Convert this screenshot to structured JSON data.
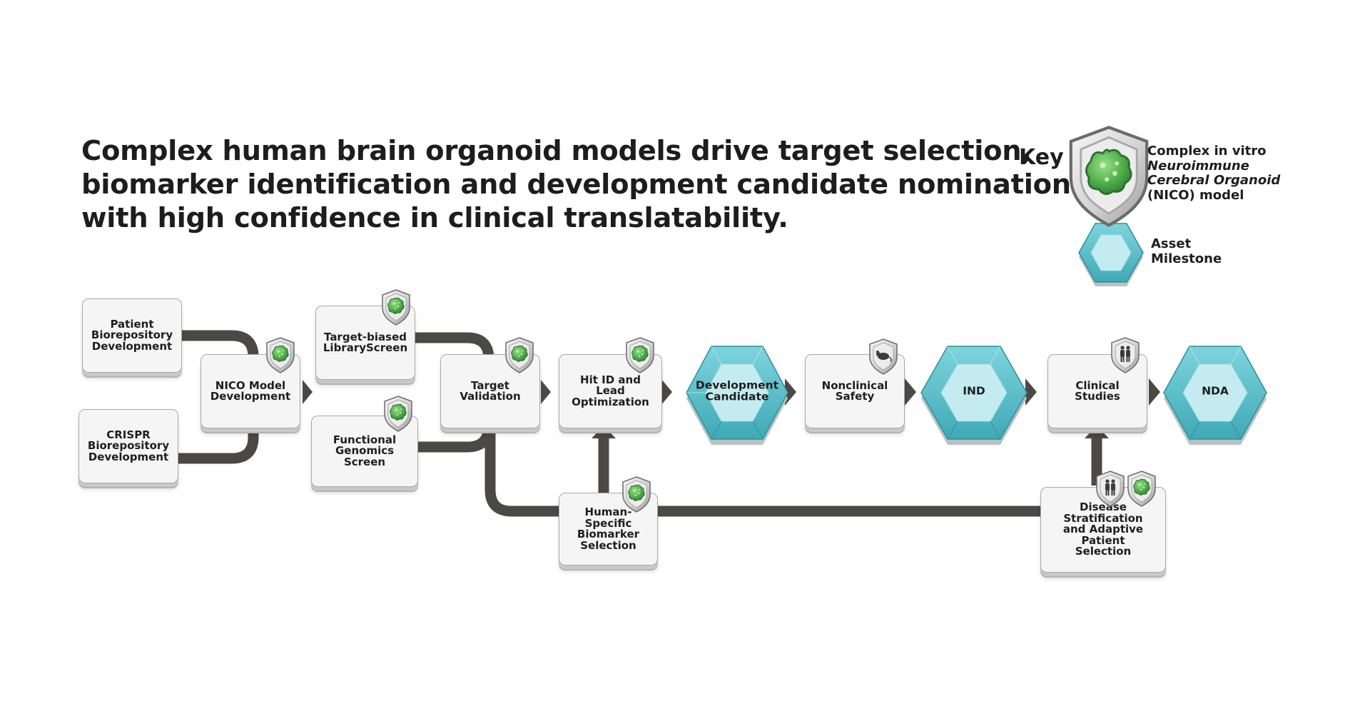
{
  "title_lines": [
    "Complex human brain organoid models drive target selection,",
    "biomarker identification and development candidate nomination",
    "with high confidence in clinical translatability."
  ],
  "key": {
    "title": "Key",
    "nico_line1": "Complex in vitro",
    "nico_line2": "Neuroimmune",
    "nico_line3": "Cerebral Organoid",
    "nico_line4": "(NICO) model",
    "asset_line1": "Asset",
    "asset_line2": "Milestone"
  },
  "nodes": {
    "patient": "Patient\nBiorepository\nDevelopment",
    "crispr": "CRISPR\nBiorepository\nDevelopment",
    "nico": "NICO Model\nDevelopment",
    "target_biased": "Target-biased\nLibraryScreen",
    "functional": "Functional\nGenomics Screen",
    "target_validation": "Target Validation",
    "hit_id": "Hit ID and\nLead Optimization",
    "biomarker": "Human-Specific\nBiomarker\nSelection",
    "nonclinical": "Nonclinical\nSafety",
    "clinical": "Clinical\nStudies",
    "disease": "Disease Stratification\nand Adaptive Patient\nSelection"
  },
  "milestones": {
    "development_candidate": "Development\nCandidate",
    "ind": "IND",
    "nda": "NDA"
  },
  "colors": {
    "connector": "#4c4844",
    "hex_fill": "#5fc3ce",
    "hex_light": "#c4ecf0",
    "organoid": "#5cb85c",
    "shield": "#cfcfcf"
  },
  "icons": {
    "nico_badge": "organoid-shield-icon",
    "safety_badge": "mouse-shield-icon",
    "patients_badge": "people-shield-icon",
    "asset_milestone": "hexagon-gem-icon"
  }
}
